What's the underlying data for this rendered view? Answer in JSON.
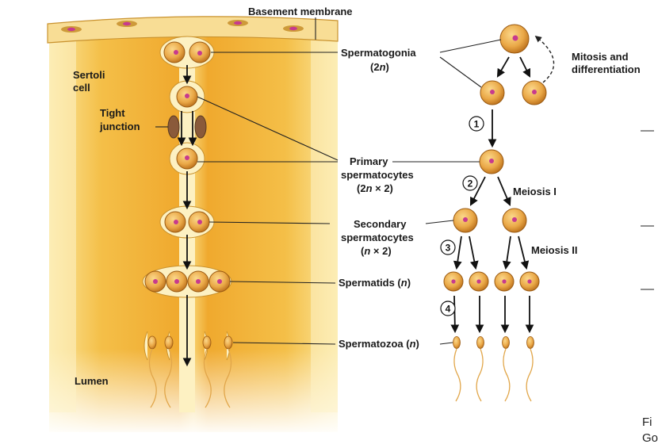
{
  "labels": {
    "basement_membrane": "Basement membrane",
    "sertoli_1": "Sertoli",
    "sertoli_2": "cell",
    "tight_1": "Tight",
    "tight_2": "junction",
    "lumen": "Lumen",
    "spermatogonia": "Spermatogonia",
    "spermatogonia_ploidy_pre": "(2",
    "spermatogonia_ploidy_n": "n",
    "spermatogonia_ploidy_post": ")",
    "mitosis_1": "Mitosis and",
    "mitosis_2": "differentiation",
    "primary_1": "Primary",
    "primary_2": "spermatocytes",
    "primary_ploidy_pre": "(2",
    "primary_ploidy_n": "n",
    "primary_ploidy_post": " × 2)",
    "meiosis_1": "Meiosis I",
    "secondary_1": "Secondary",
    "secondary_2": "spermatocytes",
    "secondary_ploidy_pre": "(",
    "secondary_ploidy_n": "n",
    "secondary_ploidy_post": " × 2)",
    "meiosis_2": "Meiosis II",
    "spermatids_pre": "Spermatids (",
    "spermatids_n": "n",
    "spermatids_post": ")",
    "spermatozoa_pre": "Spermatozoa (",
    "spermatozoa_n": "n",
    "spermatozoa_post": ")"
  },
  "steps": [
    "1",
    "2",
    "3",
    "4"
  ],
  "caption": {
    "line1": "Fi",
    "line2": "Go"
  },
  "colors": {
    "tissue_dark": "#f3b63a",
    "tissue_light": "#fdeeb0",
    "membrane": "#f6d98a",
    "cell_fill": "#e8a947",
    "cell_edge": "#9a5a12",
    "nucleus": "#c73a8e",
    "junction": "#8a5a3a"
  }
}
